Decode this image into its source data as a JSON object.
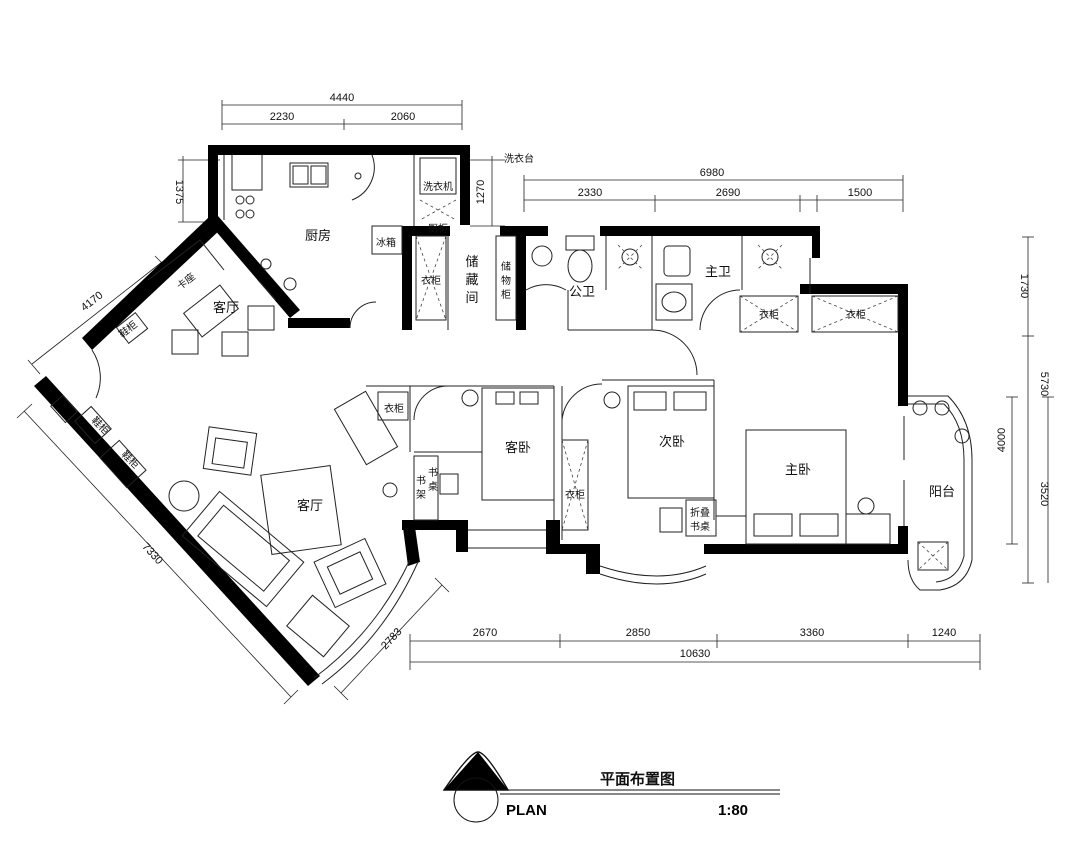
{
  "rooms": {
    "kitchen": "厨房",
    "living_top": "客厅",
    "living_main": "客厅",
    "storage_1": "储",
    "storage_2": "藏",
    "storage_3": "间",
    "public_bath": "公卫",
    "master_bath": "主卫",
    "guest_bed": "客卧",
    "second_bed": "次卧",
    "master_bed": "主卧",
    "balcony": "阳台"
  },
  "fixtures": {
    "laundry_sink": "洗衣台",
    "washer": "洗衣机",
    "fridge": "冰箱",
    "wardrobe": "衣柜",
    "storage_cab_1": "储",
    "storage_cab_2": "物",
    "storage_cab_3": "柜",
    "booth": "卡座",
    "shoe_cab_1": "鞋柜",
    "shoe_cab_2": "鞋柜",
    "bookshelf_1": "书",
    "bookshelf_2": "架",
    "desk_1": "书",
    "desk_2": "桌",
    "folding_desk_1": "折叠",
    "folding_desk_2": "书桌",
    "kitchen_cab": "厨柜"
  },
  "dimensions": {
    "top_total": "4440",
    "top_left": "2230",
    "top_right": "2060",
    "right_total": "6980",
    "right_a": "2330",
    "right_b": "2690",
    "right_c": "1500",
    "left_1375": "1375",
    "left_1270": "1270",
    "diag_4170": "4170",
    "diag_7330": "7330",
    "diag_2783": "2783",
    "bottom_a": "2670",
    "bottom_b": "2850",
    "bottom_c": "3360",
    "bottom_d": "1240",
    "bottom_total": "10630",
    "side_1730": "1730",
    "side_5730": "5730",
    "side_4000": "4000",
    "side_3520": "3520"
  },
  "title_block": {
    "title": "平面布置图",
    "plan": "PLAN",
    "scale": "1:80"
  }
}
